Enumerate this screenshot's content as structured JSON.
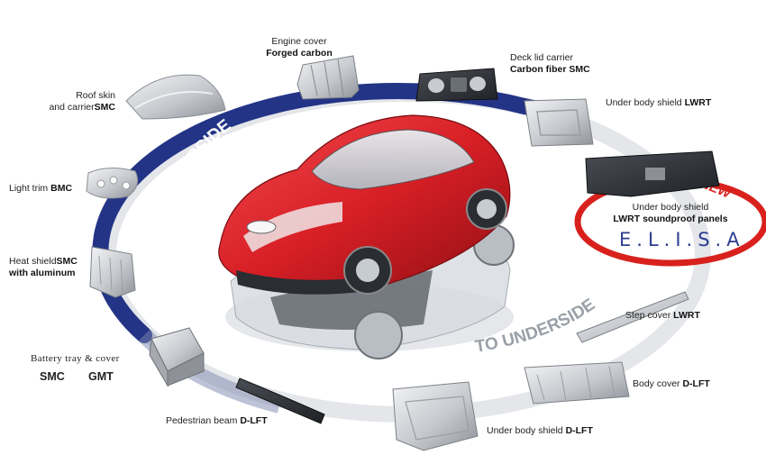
{
  "colors": {
    "ring_upper": "#233486",
    "ring_lower": "#c9ccd2",
    "new_ring": "#d8211d",
    "car_body": "#d81f26",
    "elisa": "#2d3d8f"
  },
  "ring": {
    "upper_label": "FROM UPSIDE",
    "lower_label": "TO UNDERSIDE"
  },
  "parts": {
    "engine_cover": {
      "name": "Engine cover",
      "material": "Forged carbon"
    },
    "deck_lid": {
      "name": "Deck lid carrier",
      "material": "Carbon fiber SMC"
    },
    "roof": {
      "name1": "Roof skin",
      "name2": "and carrier",
      "material": "SMC"
    },
    "underbody_top": {
      "name": "Under body shield",
      "material": "LWRT"
    },
    "light_trim": {
      "name": "Light trim",
      "material": "BMC"
    },
    "soundproof": {
      "name": "Under body shield",
      "material": "LWRT soundproof panels",
      "badge": "NEW",
      "brand": "E.L.I.S.A"
    },
    "heat_shield": {
      "name": "Heat shield",
      "material": "SMC",
      "material2": "with aluminum"
    },
    "step_cover": {
      "name": "Step cover",
      "material": "LWRT"
    },
    "battery": {
      "name": "Battery tray & cover",
      "material1": "SMC",
      "material2": "GMT"
    },
    "body_cover": {
      "name": "Body cover",
      "material": "D-LFT"
    },
    "ped_beam": {
      "name": "Pedestrian beam",
      "material": "D-LFT"
    },
    "underbody_bottom": {
      "name": "Under body shield",
      "material": "D-LFT"
    }
  }
}
